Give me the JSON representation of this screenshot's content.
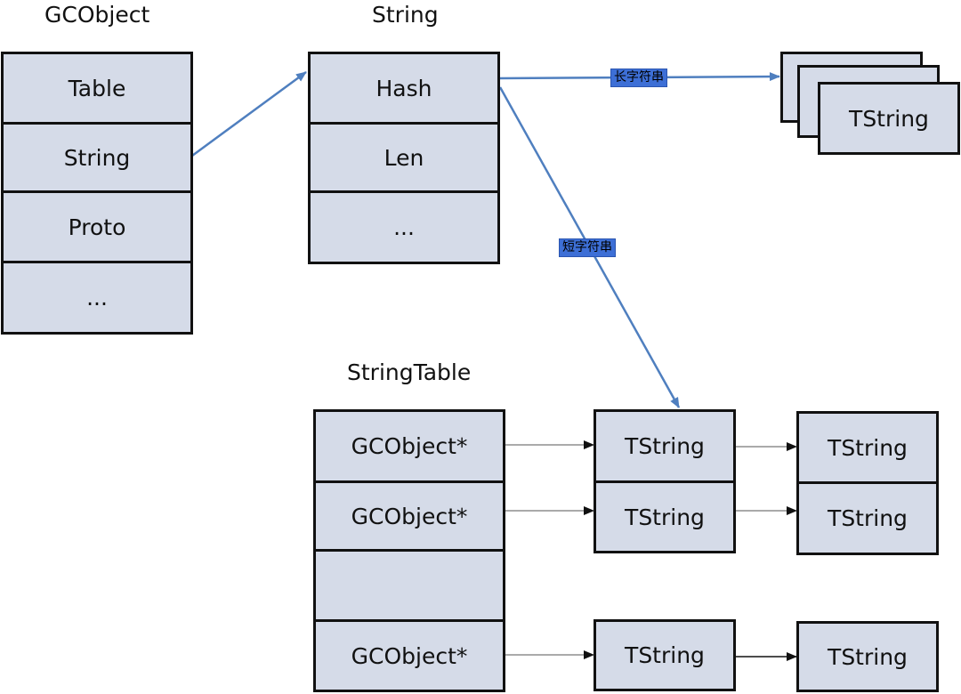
{
  "gcobject": {
    "title": "GCObject",
    "fields": [
      "Table",
      "String",
      "Proto",
      "..."
    ]
  },
  "string": {
    "title": "String",
    "fields": [
      "Hash",
      "Len",
      "..."
    ]
  },
  "long_string": {
    "edge_label": "长字符串",
    "stack": [
      "TString",
      "TString",
      "TString"
    ]
  },
  "short_string": {
    "edge_label": "短字符串"
  },
  "string_table": {
    "title": "StringTable",
    "slots": [
      "GCObject*",
      "GCObject*",
      "",
      "GCObject*"
    ],
    "chains": [
      [
        "TString",
        "TString"
      ],
      [
        "TString",
        "TString"
      ],
      [
        "TString",
        "TString"
      ]
    ]
  },
  "colors": {
    "box_fill": "#d5dbe8",
    "box_border": "#111111",
    "arrow_blue": "#4f7fbf",
    "label_bg": "#3d6fd6"
  }
}
